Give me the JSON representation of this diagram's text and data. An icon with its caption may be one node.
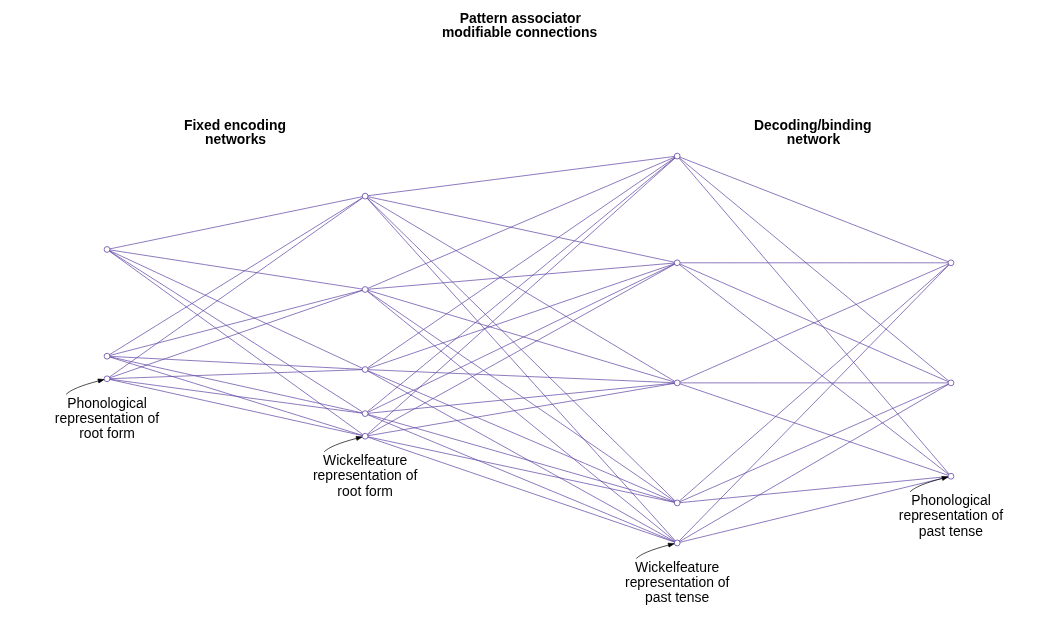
{
  "diagram": {
    "nodes": [
      {
        "text": [],
        "shape": "circle"
      },
      {
        "text": [],
        "shape": "circle"
      },
      {
        "text": [],
        "shape": "circle"
      },
      {
        "text": [],
        "shape": "circle"
      },
      {
        "text": [],
        "shape": "circle"
      },
      {
        "text": [],
        "shape": "circle"
      },
      {
        "text": [],
        "shape": "circle"
      },
      {
        "text": [],
        "shape": "circle"
      },
      {
        "text": [],
        "shape": "circle"
      },
      {
        "text": [],
        "shape": "circle"
      },
      {
        "text": [],
        "shape": "circle"
      },
      {
        "text": [],
        "shape": "circle"
      },
      {
        "text": [],
        "shape": "circle"
      },
      {
        "text": [],
        "shape": "circle"
      },
      {
        "text": [],
        "shape": "circle"
      },
      {
        "text": [],
        "shape": "circle"
      },
      {
        "text": [
          "Phonological representation of root form"
        ]
      },
      {
        "text": [
          "Wickelfeature representation of root form"
        ]
      },
      {
        "text": [
          "Wickelfeature representation of past tense"
        ]
      },
      {
        "text": [
          "Phonological representation of past tense"
        ]
      }
    ],
    "edges": [
      {
        "from": 0,
        "to": 3,
        "arrow": "none"
      },
      {
        "from": 0,
        "to": 4,
        "arrow": "none"
      },
      {
        "from": 0,
        "to": 5,
        "arrow": "none"
      },
      {
        "from": 0,
        "to": 6,
        "arrow": "none"
      },
      {
        "from": 0,
        "to": 7,
        "arrow": "none"
      },
      {
        "from": 1,
        "to": 3,
        "arrow": "none"
      },
      {
        "from": 1,
        "to": 4,
        "arrow": "none"
      },
      {
        "from": 1,
        "to": 5,
        "arrow": "none"
      },
      {
        "from": 1,
        "to": 6,
        "arrow": "none"
      },
      {
        "from": 1,
        "to": 7,
        "arrow": "none"
      },
      {
        "from": 2,
        "to": 3,
        "arrow": "none"
      },
      {
        "from": 2,
        "to": 4,
        "arrow": "none"
      },
      {
        "from": 2,
        "to": 5,
        "arrow": "none"
      },
      {
        "from": 2,
        "to": 6,
        "arrow": "none"
      },
      {
        "from": 2,
        "to": 7,
        "arrow": "none"
      },
      {
        "from": 3,
        "to": 8,
        "arrow": "none"
      },
      {
        "from": 3,
        "to": 9,
        "arrow": "none"
      },
      {
        "from": 3,
        "to": 10,
        "arrow": "none"
      },
      {
        "from": 3,
        "to": 11,
        "arrow": "none"
      },
      {
        "from": 3,
        "to": 12,
        "arrow": "none"
      },
      {
        "from": 4,
        "to": 8,
        "arrow": "none"
      },
      {
        "from": 4,
        "to": 9,
        "arrow": "none"
      },
      {
        "from": 4,
        "to": 10,
        "arrow": "none"
      },
      {
        "from": 4,
        "to": 11,
        "arrow": "none"
      },
      {
        "from": 4,
        "to": 12,
        "arrow": "none"
      },
      {
        "from": 5,
        "to": 8,
        "arrow": "none"
      },
      {
        "from": 5,
        "to": 9,
        "arrow": "none"
      },
      {
        "from": 5,
        "to": 10,
        "arrow": "none"
      },
      {
        "from": 5,
        "to": 11,
        "arrow": "none"
      },
      {
        "from": 5,
        "to": 12,
        "arrow": "none"
      },
      {
        "from": 6,
        "to": 8,
        "arrow": "none"
      },
      {
        "from": 6,
        "to": 9,
        "arrow": "none"
      },
      {
        "from": 6,
        "to": 10,
        "arrow": "none"
      },
      {
        "from": 6,
        "to": 11,
        "arrow": "none"
      },
      {
        "from": 6,
        "to": 12,
        "arrow": "none"
      },
      {
        "from": 7,
        "to": 8,
        "arrow": "none"
      },
      {
        "from": 7,
        "to": 9,
        "arrow": "none"
      },
      {
        "from": 7,
        "to": 10,
        "arrow": "none"
      },
      {
        "from": 7,
        "to": 11,
        "arrow": "none"
      },
      {
        "from": 7,
        "to": 12,
        "arrow": "none"
      },
      {
        "from": 8,
        "to": 13,
        "arrow": "none"
      },
      {
        "from": 8,
        "to": 14,
        "arrow": "none"
      },
      {
        "from": 8,
        "to": 15,
        "arrow": "none"
      },
      {
        "from": 9,
        "to": 13,
        "arrow": "none"
      },
      {
        "from": 9,
        "to": 14,
        "arrow": "none"
      },
      {
        "from": 9,
        "to": 15,
        "arrow": "none"
      },
      {
        "from": 10,
        "to": 13,
        "arrow": "none"
      },
      {
        "from": 10,
        "to": 14,
        "arrow": "none"
      },
      {
        "from": 10,
        "to": 15,
        "arrow": "none"
      },
      {
        "from": 11,
        "to": 13,
        "arrow": "none"
      },
      {
        "from": 11,
        "to": 14,
        "arrow": "none"
      },
      {
        "from": 11,
        "to": 15,
        "arrow": "none"
      },
      {
        "from": 12,
        "to": 13,
        "arrow": "none"
      },
      {
        "from": 12,
        "to": 14,
        "arrow": "none"
      },
      {
        "from": 12,
        "to": 15,
        "arrow": "none"
      },
      {
        "from": 16,
        "to": 2,
        "arrow": "to",
        "color": "#000000"
      },
      {
        "from": 17,
        "to": 7,
        "arrow": "to",
        "color": "#000000"
      },
      {
        "from": 18,
        "to": 12,
        "arrow": "to",
        "color": "#000000"
      },
      {
        "from": 19,
        "to": 15,
        "arrow": "to",
        "color": "#000000"
      }
    ],
    "labels": [
      "Fixed encoding networks",
      "Pattern associator modifiable connections",
      "Decoding/binding network"
    ]
  }
}
